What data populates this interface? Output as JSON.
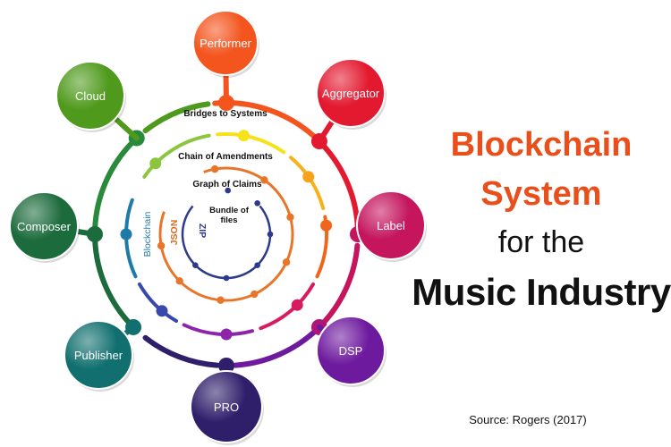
{
  "title": {
    "line1": "Blockchain",
    "line2": "System",
    "line3": "for the",
    "line4": "Music Industry"
  },
  "source": "Source: Rogers (2017)",
  "nodes": [
    {
      "label": "Performer",
      "color": "#f4541d"
    },
    {
      "label": "Aggregator",
      "color": "#e3192f"
    },
    {
      "label": "Label",
      "color": "#c4155d"
    },
    {
      "label": "DSP",
      "color": "#6e1a9e"
    },
    {
      "label": "PRO",
      "color": "#2f1f6b"
    },
    {
      "label": "Publisher",
      "color": "#11706f"
    },
    {
      "label": "Composer",
      "color": "#1c6b3c"
    },
    {
      "label": "Cloud",
      "color": "#4f9a1c"
    }
  ],
  "rings": {
    "bridges": "Bridges to Systems",
    "amendments": "Chain of Amendments",
    "claims": "Graph of Claims",
    "bundle_line1": "Bundle of",
    "bundle_line2": "files",
    "blockchain": "Blockchain",
    "json": "JSON",
    "zip": "ZIP"
  }
}
